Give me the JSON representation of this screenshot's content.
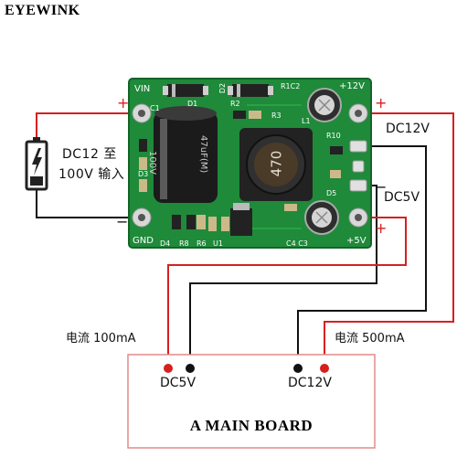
{
  "brand": "EYEWINK",
  "input_label_line1": "DC12 至",
  "input_label_line2": "100V 输入",
  "output_12v_label": "DC12V",
  "output_5v_label": "DC5V",
  "current_left_label": "电流 100mA",
  "current_right_label": "电流 500mA",
  "main_board_title": "A MAIN BOARD",
  "main_board_dc5v_label": "DC5V",
  "main_board_dc12v_label": "DC12V",
  "polarity_plus": "+",
  "polarity_minus": "−",
  "pcb": {
    "vin": "VIN",
    "gnd": "GND",
    "plus12v": "+12V",
    "plus5v": "+5V",
    "d1": "D1",
    "d2": "D2",
    "r1c2": "R1C2",
    "c1": "C1",
    "r2": "R2",
    "r3": "R3",
    "l1": "L1",
    "r10": "R10",
    "d5": "D5",
    "d3": "D3",
    "d4": "D4",
    "r8": "R8",
    "r6": "R6",
    "u1": "U1",
    "c4c3": "C4 C3",
    "cap_text_1": "100V",
    "cap_text_2": "47uF(M)",
    "inductor_code": "470"
  },
  "colors": {
    "pcb_green": "#1f8a3a",
    "positive_wire": "#d62020",
    "negative_wire": "#111111"
  }
}
